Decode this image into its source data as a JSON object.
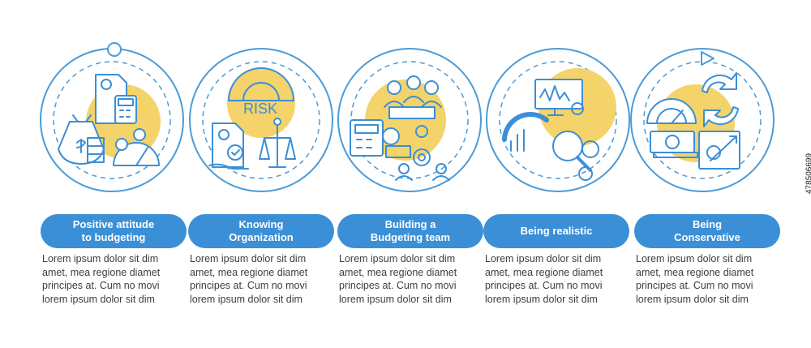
{
  "colors": {
    "ring": "#4a9bd8",
    "accent_yellow": "#f4d36a",
    "icon_line": "#3b8fd6",
    "pill": "#3b8fd6",
    "text": "#3a3f44"
  },
  "steps": [
    {
      "label": "Positive attitude\nto budgeting",
      "icon": "money-bag-calculator-speedometer-icon",
      "desc": [
        "Lorem ipsum dolor sit dim",
        "amet, mea regione diamet",
        "principes at. Cum no movi",
        "lorem ipsum dolor sit dim"
      ]
    },
    {
      "label": "Knowing\nOrganization",
      "icon": "risk-gauge-scales-icon",
      "desc": [
        "Lorem ipsum dolor sit dim",
        "amet, mea regione diamet",
        "principes at. Cum no movi",
        "lorem ipsum dolor sit dim"
      ]
    },
    {
      "label": "Building a\nBudgeting team",
      "icon": "team-calculator-gear-icon",
      "desc": [
        "Lorem ipsum dolor sit dim",
        "amet, mea regione diamet",
        "principes at. Cum no movi",
        "lorem ipsum dolor sit dim"
      ]
    },
    {
      "label": "Being realistic",
      "icon": "monitor-chart-magnifier-icon",
      "desc": [
        "Lorem ipsum dolor sit dim",
        "amet, mea regione diamet",
        "principes at. Cum no movi",
        "lorem ipsum dolor sit dim"
      ]
    },
    {
      "label": "Being\nConservative",
      "icon": "cycle-arrows-gauge-target-icon",
      "desc": [
        "Lorem ipsum dolor sit dim",
        "amet, mea regione diamet",
        "principes at. Cum no movi",
        "lorem ipsum dolor sit dim"
      ]
    }
  ],
  "stock_id": "478506699"
}
